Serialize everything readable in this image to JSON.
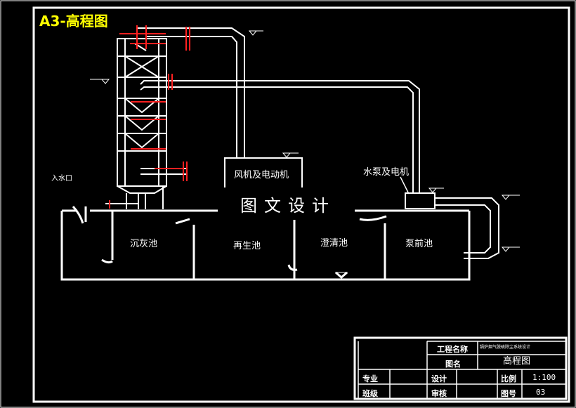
{
  "drawing": {
    "sheet_title": "A3-高程图",
    "watermark": "图文设计"
  },
  "equipment": {
    "fan": "风机及电动机",
    "pump": "水泵及电机",
    "inlet": "入水口"
  },
  "tanks": [
    {
      "label": "沉灰池"
    },
    {
      "label": "再生池"
    },
    {
      "label": "澄清池"
    },
    {
      "label": "泵前池"
    }
  ],
  "title_block": {
    "project_name_label": "工程名称",
    "project_name_value": "锅炉烟气脱硫除尘系统设计",
    "drawing_name_label": "图名",
    "drawing_name_value": "高程图",
    "major_label": "专业",
    "class_label": "班级",
    "design_label": "设计",
    "review_label": "审核",
    "scale_label": "比例",
    "scale_value": "1:100",
    "drawing_no_label": "图号",
    "drawing_no_value": "03"
  },
  "colors": {
    "background": "#000000",
    "lines": "#ffffff",
    "flanges": "#ff0000",
    "sheet_title": "#ffff00"
  }
}
